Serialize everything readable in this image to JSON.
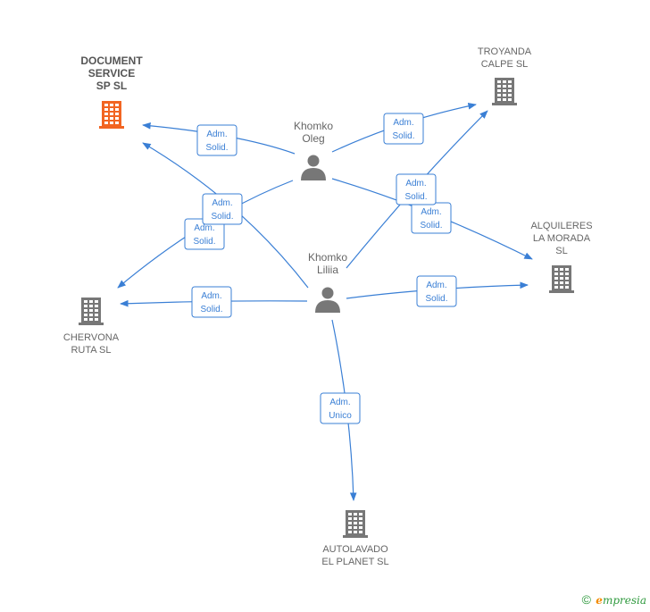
{
  "companies": [
    {
      "id": "document-service",
      "lines": [
        "DOCUMENT",
        "SERVICE",
        "SP  SL"
      ],
      "focus": true
    },
    {
      "id": "troyanda",
      "lines": [
        "TROYANDA",
        "CALPE  SL"
      ],
      "focus": false
    },
    {
      "id": "alquileres",
      "lines": [
        "ALQUILERES",
        "LA MORADA",
        "SL"
      ],
      "focus": false
    },
    {
      "id": "chervona",
      "lines": [
        "CHERVONA",
        "RUTA  SL"
      ],
      "focus": false
    },
    {
      "id": "autolavado",
      "lines": [
        "AUTOLAVADO",
        "EL PLANET  SL"
      ],
      "focus": false
    }
  ],
  "people": [
    {
      "id": "khomko-oleg",
      "lines": [
        "Khomko",
        "Oleg"
      ]
    },
    {
      "id": "khomko-liliia",
      "lines": [
        "Khomko",
        "Liliia"
      ]
    }
  ],
  "relations": [
    {
      "from": "khomko-oleg",
      "to": "document-service",
      "label": [
        "Adm.",
        "Solid."
      ]
    },
    {
      "from": "khomko-oleg",
      "to": "troyanda",
      "label": [
        "Adm.",
        "Solid."
      ]
    },
    {
      "from": "khomko-oleg",
      "to": "alquileres",
      "label": [
        "Adm.",
        "Solid."
      ]
    },
    {
      "from": "khomko-oleg",
      "to": "chervona",
      "label": [
        "Adm.",
        "Solid."
      ]
    },
    {
      "from": "khomko-liliia",
      "to": "document-service",
      "label": [
        "Adm.",
        "Solid."
      ]
    },
    {
      "from": "khomko-liliia",
      "to": "troyanda",
      "label": [
        "Adm.",
        "Solid."
      ]
    },
    {
      "from": "khomko-liliia",
      "to": "alquileres",
      "label": [
        "Adm.",
        "Solid."
      ]
    },
    {
      "from": "khomko-liliia",
      "to": "chervona",
      "label": [
        "Adm.",
        "Solid."
      ]
    },
    {
      "from": "khomko-liliia",
      "to": "autolavado",
      "label": [
        "Adm.",
        "Unico"
      ]
    }
  ],
  "colors": {
    "edge": "#3a7fd5",
    "building": "#777777",
    "focus_building": "#f26522",
    "person": "#777777"
  },
  "footer": {
    "copyright": "©",
    "brand_initial": "e",
    "brand_rest": "mpresia"
  }
}
